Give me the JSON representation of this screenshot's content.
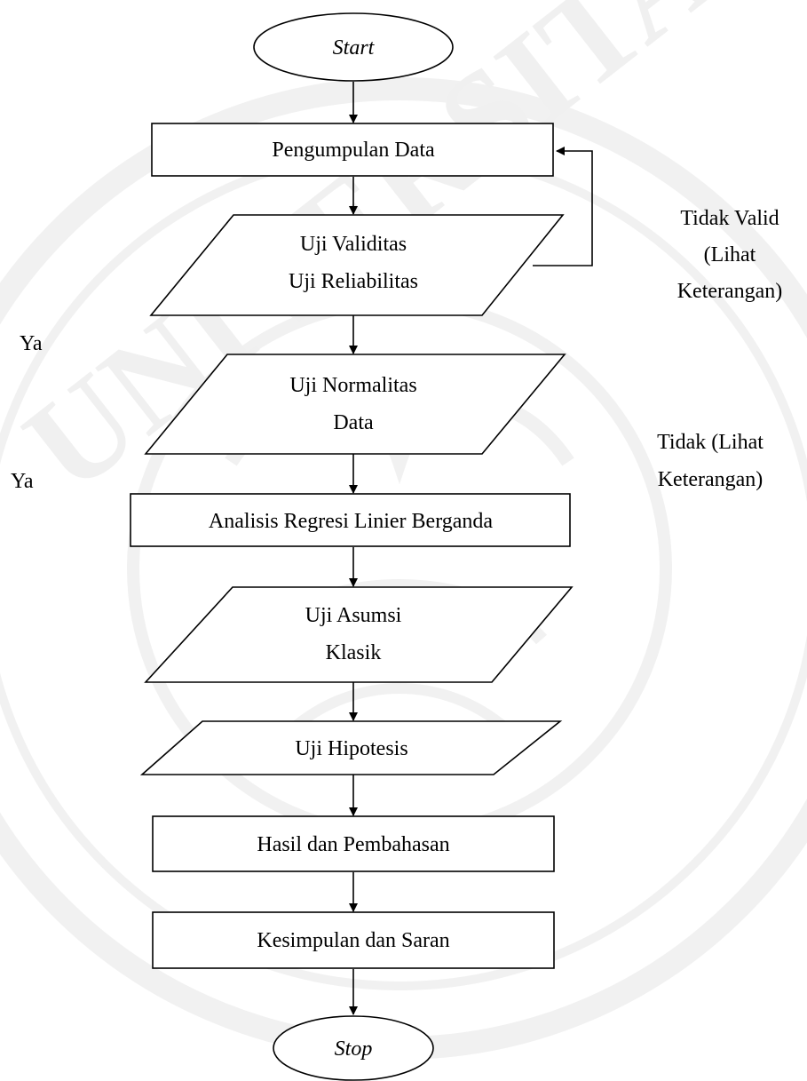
{
  "flowchart": {
    "start": "Start",
    "stop": "Stop",
    "steps": {
      "pengumpulan": "Pengumpulan Data",
      "validitas_line1": "Uji Validitas",
      "validitas_line2": "Uji Reliabilitas",
      "normalitas_line1": "Uji Normalitas",
      "normalitas_line2": "Data",
      "regresi": "Analisis Regresi Linier Berganda",
      "asumsi_line1": "Uji Asumsi",
      "asumsi_line2": "Klasik",
      "hipotesis": "Uji Hipotesis",
      "hasil": "Hasil dan Pembahasan",
      "kesimpulan": "Kesimpulan dan Saran"
    },
    "branch_labels": {
      "tidak_valid_line1": "Tidak Valid",
      "tidak_valid_line2": "(Lihat",
      "tidak_valid_line3": "Keterangan)",
      "ya_validitas": "Ya",
      "tidak_normal_line1": "Tidak (Lihat",
      "tidak_normal_line2": "Keterangan)",
      "ya_normalitas": "Ya"
    }
  }
}
